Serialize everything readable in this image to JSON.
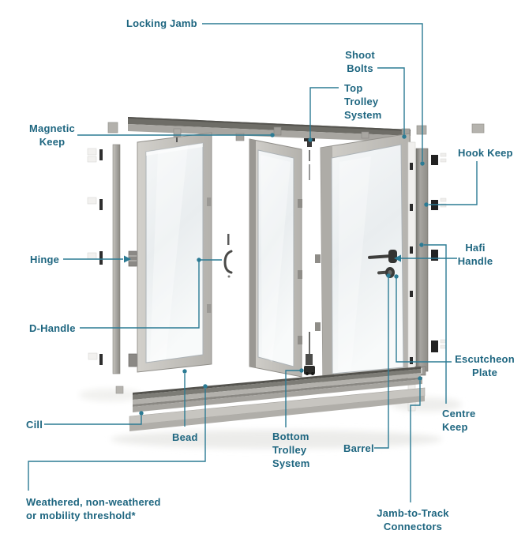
{
  "diagram_title": "Bi-fold door exploded parts diagram",
  "colors": {
    "label_text": "#1e6680",
    "pointer_line": "#2c7b94",
    "frame_grey": "#c9c7c2",
    "track_grey": "#77766f",
    "glass": "#eff2f3",
    "background": "#ffffff"
  },
  "labels": {
    "locking_jamb": {
      "lines": [
        "Locking Jamb"
      ]
    },
    "shoot_bolts": {
      "lines": [
        "Shoot",
        "Bolts"
      ]
    },
    "top_trolley_system": {
      "lines": [
        "Top",
        "Trolley",
        "System"
      ]
    },
    "magnetic_keep": {
      "lines": [
        "Magnetic",
        "Keep"
      ]
    },
    "hook_keep": {
      "lines": [
        "Hook Keep"
      ]
    },
    "hinge": {
      "lines": [
        "Hinge"
      ]
    },
    "d_handle": {
      "lines": [
        "D-Handle"
      ]
    },
    "hafi_handle": {
      "lines": [
        "Hafi",
        "Handle"
      ]
    },
    "escutcheon_plate": {
      "lines": [
        "Escutcheon",
        "Plate"
      ]
    },
    "centre_keep": {
      "lines": [
        "Centre",
        "Keep"
      ]
    },
    "barrel": {
      "lines": [
        "Barrel"
      ]
    },
    "bead": {
      "lines": [
        "Bead"
      ]
    },
    "cill": {
      "lines": [
        "Cill"
      ]
    },
    "bottom_trolley_system": {
      "lines": [
        "Bottom",
        "Trolley",
        "System"
      ]
    },
    "jamb_to_track_connectors": {
      "lines": [
        "Jamb-to-Track",
        "Connectors"
      ]
    },
    "weathered_threshold": {
      "lines": [
        "Weathered, non-weathered",
        "or mobility threshold*"
      ]
    }
  }
}
